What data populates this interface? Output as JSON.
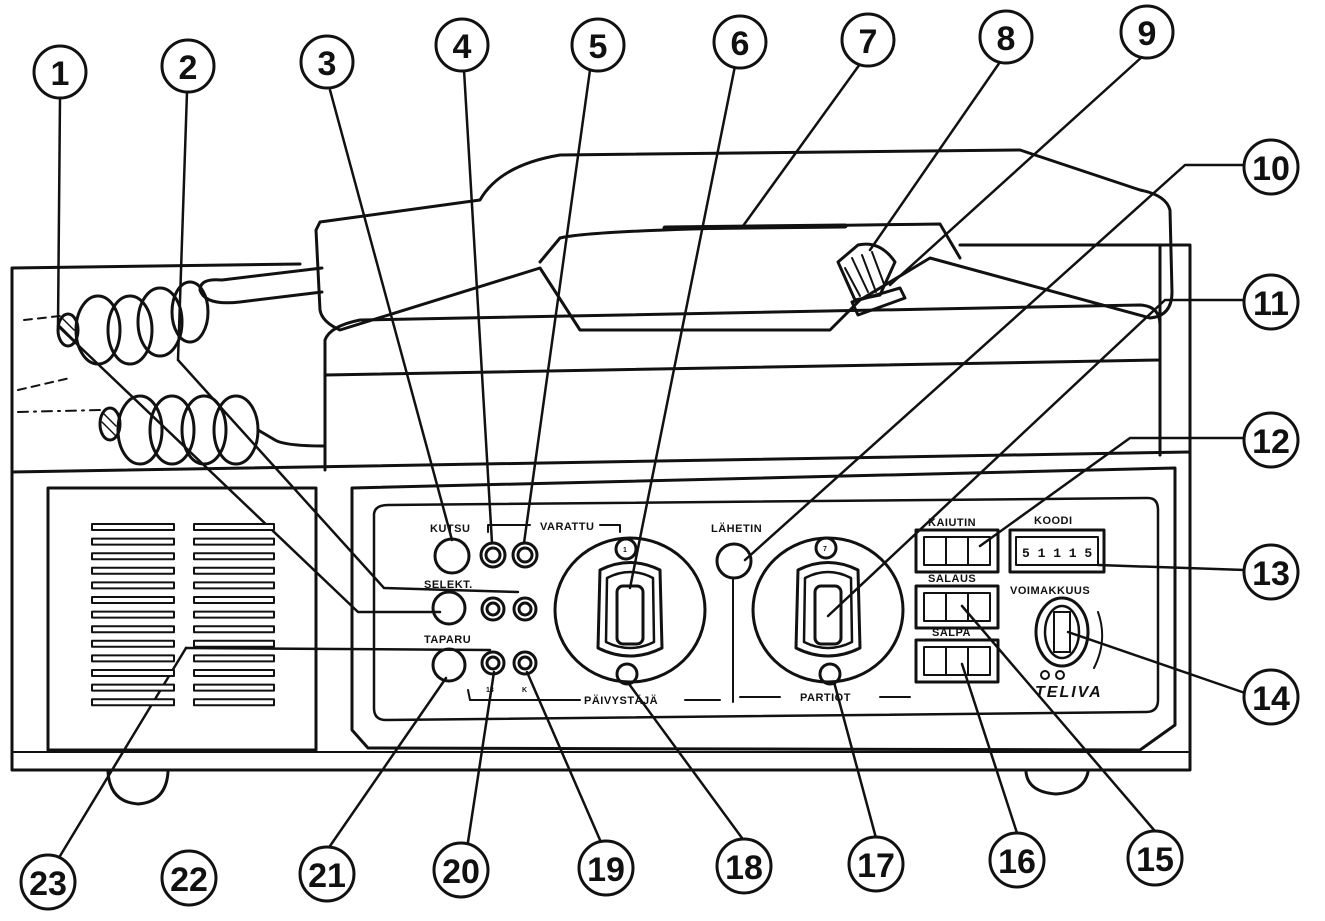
{
  "panel_labels": {
    "kutsu": "KUTSU",
    "varattu": "VARATTU",
    "selekt": "SELEKT.",
    "taparu": "TAPARU",
    "jack_left": "13",
    "jack_right": "K",
    "paivystaja": "PÄIVYSTÄJÄ",
    "lahetin": "LÄHETIN",
    "partiot": "PARTIOT",
    "kaiutin": "KAIUTIN",
    "salaus": "SALAUS",
    "salpa": "SALPA",
    "koodi": "KOODI",
    "code_value": "5 1 1 1 5",
    "voimakkuus": "VOIMAKKUUS",
    "knob_left_number": "1",
    "knob_right_number": "7",
    "brand": "TELIVA"
  },
  "callouts": [
    "1",
    "2",
    "3",
    "4",
    "5",
    "6",
    "7",
    "8",
    "9",
    "10",
    "11",
    "12",
    "13",
    "14",
    "15",
    "16",
    "17",
    "18",
    "19",
    "20",
    "21",
    "22",
    "23"
  ]
}
